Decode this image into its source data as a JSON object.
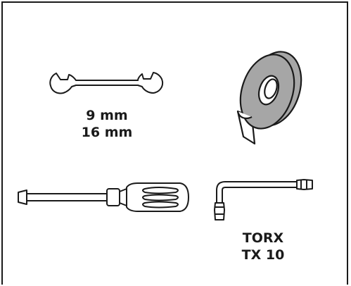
{
  "wrench": {
    "sizes": [
      "9 mm",
      "16 mm"
    ]
  },
  "torx_key": {
    "label_lines": [
      "TORX",
      "TX 10"
    ]
  },
  "icons": [
    "wrench-icon",
    "tape-roll-icon",
    "screwdriver-icon",
    "torx-key-icon"
  ],
  "colors": {
    "line": "#1a1a1a",
    "tape_fill": "#a6a6a6",
    "background": "#ffffff"
  }
}
